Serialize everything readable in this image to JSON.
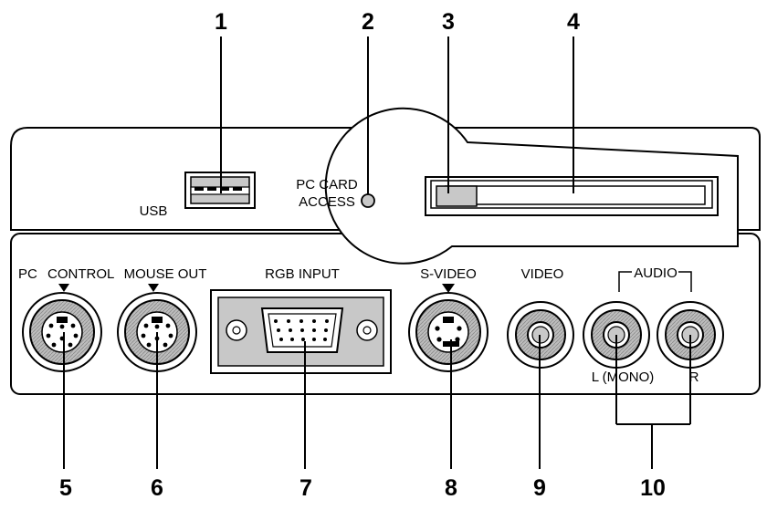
{
  "callouts": {
    "n1": "1",
    "n2": "2",
    "n3": "3",
    "n4": "4",
    "n5": "5",
    "n6": "6",
    "n7": "7",
    "n8": "8",
    "n9": "9",
    "n10": "10"
  },
  "labels": {
    "usb": "USB",
    "pc_card_line1": "PC CARD",
    "pc_card_line2": "ACCESS",
    "pc": "PC",
    "control": "CONTROL",
    "mouse_out": "MOUSE OUT",
    "rgb_input": "RGB INPUT",
    "s_video": "S-VIDEO",
    "video": "VIDEO",
    "audio": "AUDIO",
    "l_mono": "L (MONO)",
    "r": "R"
  },
  "colors": {
    "line": "#000000",
    "port_gray": "#c8c8c8",
    "panel_fill": "#ffffff"
  },
  "icons": [
    "usb-port-icon",
    "led-icon",
    "pc-card-slot-icon",
    "mini-din-8pin-icon",
    "dsub-15pin-icon",
    "mini-din-4pin-icon",
    "rca-jack-icon",
    "triangle-pointer-icon"
  ]
}
